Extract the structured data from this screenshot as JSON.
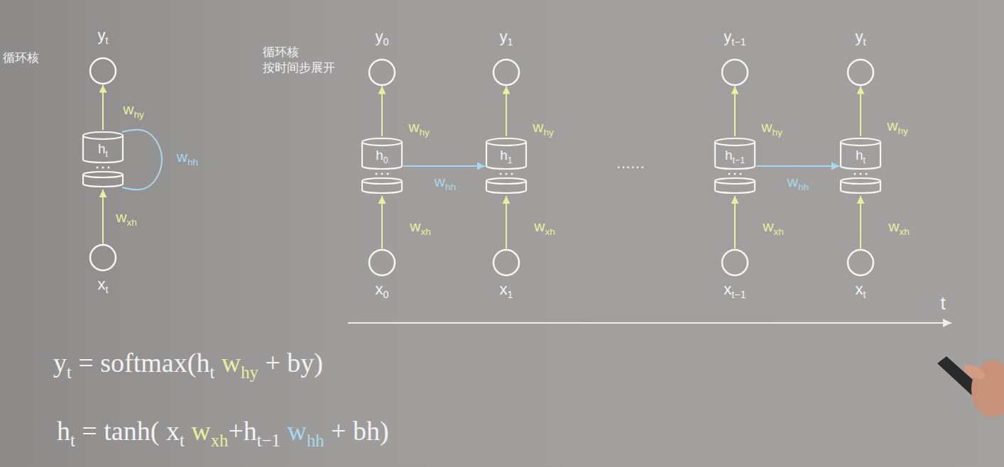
{
  "diagram": {
    "nodes": [
      {
        "text": [
          "yt"
        ]
      },
      {
        "text": [
          "ht"
        ]
      },
      {
        "text": [
          "xt"
        ]
      },
      {
        "text": [
          "y0"
        ]
      },
      {
        "text": [
          "h0"
        ]
      },
      {
        "text": [
          "x0"
        ]
      },
      {
        "text": [
          "y1"
        ]
      },
      {
        "text": [
          "h1"
        ]
      },
      {
        "text": [
          "x1"
        ]
      },
      {
        "text": [
          "yt−1"
        ]
      },
      {
        "text": [
          "ht−1"
        ]
      },
      {
        "text": [
          "xt−1"
        ]
      },
      {
        "text": [
          "yt"
        ]
      },
      {
        "text": [
          "ht"
        ]
      },
      {
        "text": [
          "xt"
        ]
      }
    ],
    "edges": [
      {
        "from": 2,
        "to": 1,
        "arrow": "to",
        "label": "wxh"
      },
      {
        "from": 1,
        "to": 0,
        "arrow": "to",
        "label": "why"
      },
      {
        "from": 1,
        "to": 1,
        "arrow": "none",
        "label": "whh"
      },
      {
        "from": 5,
        "to": 4,
        "arrow": "to",
        "label": "wxh"
      },
      {
        "from": 4,
        "to": 3,
        "arrow": "to",
        "label": "why"
      },
      {
        "from": 4,
        "to": 7,
        "arrow": "to",
        "label": "whh"
      },
      {
        "from": 8,
        "to": 7,
        "arrow": "to",
        "label": "wxh"
      },
      {
        "from": 7,
        "to": 6,
        "arrow": "to",
        "label": "why"
      },
      {
        "from": 11,
        "to": 10,
        "arrow": "to",
        "label": "wxh"
      },
      {
        "from": 10,
        "to": 9,
        "arrow": "to",
        "label": "why"
      },
      {
        "from": 10,
        "to": 13,
        "arrow": "to",
        "label": "whh"
      },
      {
        "from": 14,
        "to": 13,
        "arrow": "to",
        "label": "wxh"
      },
      {
        "from": 13,
        "to": 12,
        "arrow": "to",
        "label": "why"
      }
    ],
    "labels": [
      "循环核",
      "循环核 按时间步展开",
      "……",
      "t",
      "yt = softmax(ht why + by)",
      "ht = tanh( xt wxh+ht−1 whh + bh)"
    ]
  }
}
